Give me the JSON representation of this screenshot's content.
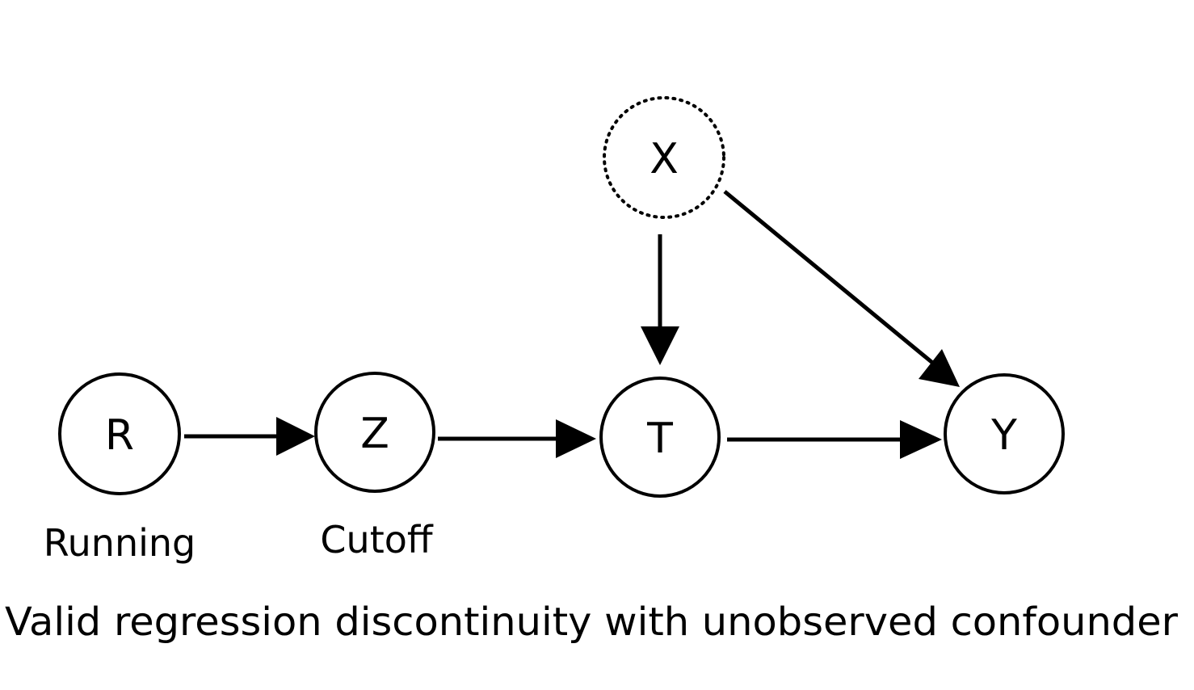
{
  "diagram": {
    "nodes": {
      "R": {
        "label": "R",
        "caption": "Running",
        "style": "solid"
      },
      "Z": {
        "label": "Z",
        "caption": "Cutoff",
        "style": "solid"
      },
      "T": {
        "label": "T",
        "style": "solid"
      },
      "Y": {
        "label": "Y",
        "style": "solid"
      },
      "X": {
        "label": "X",
        "style": "dotted"
      }
    },
    "edges": [
      {
        "from": "R",
        "to": "Z"
      },
      {
        "from": "Z",
        "to": "T"
      },
      {
        "from": "T",
        "to": "Y"
      },
      {
        "from": "X",
        "to": "T"
      },
      {
        "from": "X",
        "to": "Y"
      }
    ],
    "title": "Valid regression discontinuity with unobserved confounder",
    "colors": {
      "stroke": "#000000",
      "background": "#ffffff"
    }
  }
}
